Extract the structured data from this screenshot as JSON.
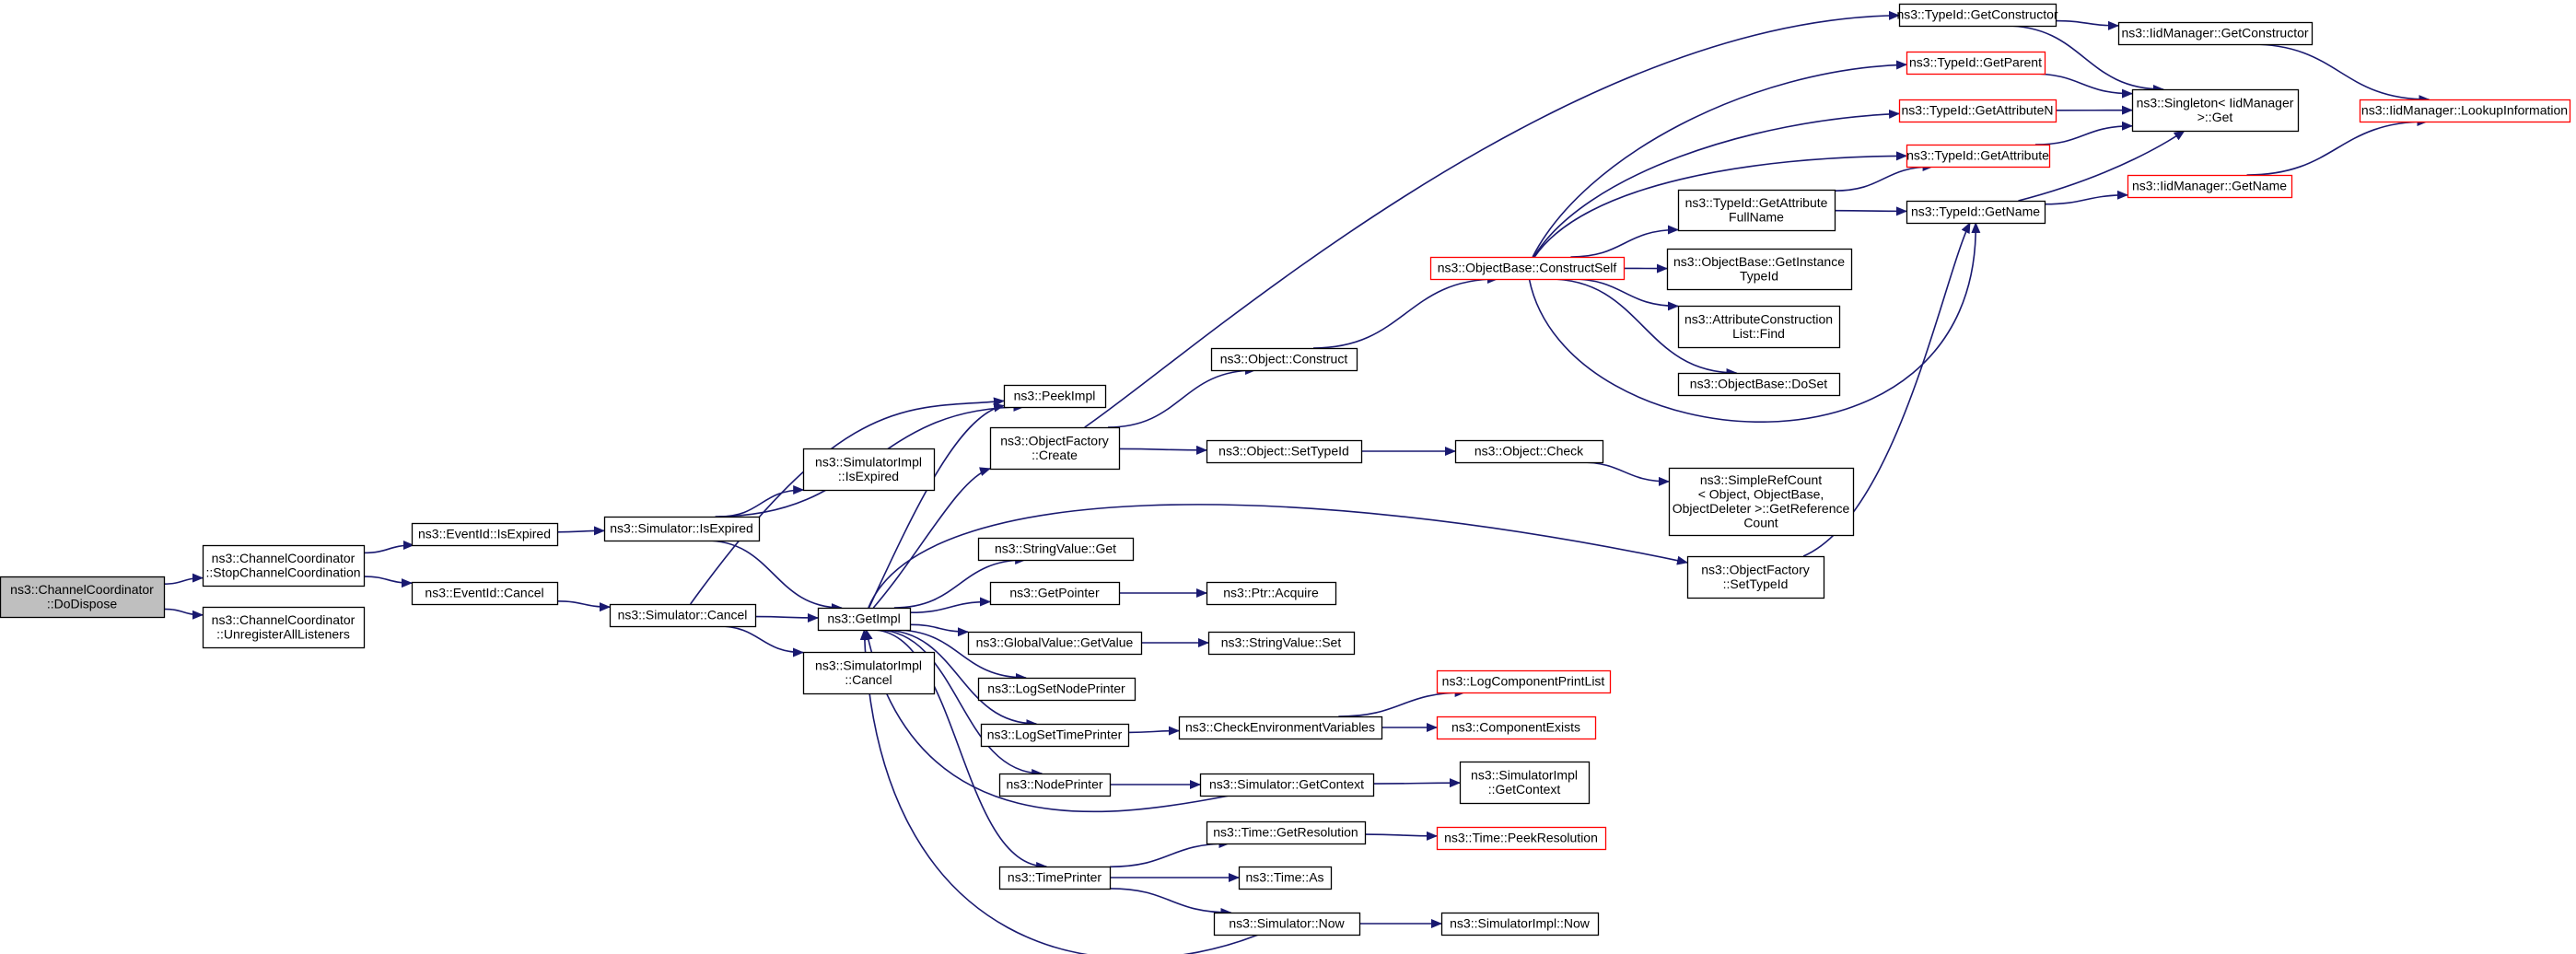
{
  "nodes": [
    {
      "id": "root",
      "lines": [
        "ns3::ChannelCoordinator",
        "::DoDispose"
      ],
      "style": "root"
    },
    {
      "id": "stopcc",
      "lines": [
        "ns3::ChannelCoordinator",
        "::StopChannelCoordination"
      ],
      "style": "normal"
    },
    {
      "id": "unreg",
      "lines": [
        "ns3::ChannelCoordinator",
        "::UnregisterAllListeners"
      ],
      "style": "normal"
    },
    {
      "id": "evisexp",
      "lines": [
        "ns3::EventId::IsExpired"
      ],
      "style": "normal"
    },
    {
      "id": "evcancel",
      "lines": [
        "ns3::EventId::Cancel"
      ],
      "style": "normal"
    },
    {
      "id": "simisexp",
      "lines": [
        "ns3::Simulator::IsExpired"
      ],
      "style": "normal"
    },
    {
      "id": "simcancel",
      "lines": [
        "ns3::Simulator::Cancel"
      ],
      "style": "normal"
    },
    {
      "id": "implisexp",
      "lines": [
        "ns3::SimulatorImpl",
        "::IsExpired"
      ],
      "style": "normal"
    },
    {
      "id": "implcancel",
      "lines": [
        "ns3::SimulatorImpl",
        "::Cancel"
      ],
      "style": "normal"
    },
    {
      "id": "getimpl",
      "lines": [
        "ns3::GetImpl"
      ],
      "style": "normal"
    },
    {
      "id": "peekimpl",
      "lines": [
        "ns3::PeekImpl"
      ],
      "style": "normal"
    },
    {
      "id": "ofcreate",
      "lines": [
        "ns3::ObjectFactory",
        "::Create"
      ],
      "style": "normal"
    },
    {
      "id": "strvalget",
      "lines": [
        "ns3::StringValue::Get"
      ],
      "style": "normal"
    },
    {
      "id": "getpointer",
      "lines": [
        "ns3::GetPointer"
      ],
      "style": "normal"
    },
    {
      "id": "gvgetvalue",
      "lines": [
        "ns3::GlobalValue::GetValue"
      ],
      "style": "normal"
    },
    {
      "id": "logsetnode",
      "lines": [
        "ns3::LogSetNodePrinter"
      ],
      "style": "normal"
    },
    {
      "id": "logsettime",
      "lines": [
        "ns3::LogSetTimePrinter"
      ],
      "style": "normal"
    },
    {
      "id": "nodeprinter",
      "lines": [
        "ns3::NodePrinter"
      ],
      "style": "normal"
    },
    {
      "id": "timeprinter",
      "lines": [
        "ns3::TimePrinter"
      ],
      "style": "normal"
    },
    {
      "id": "objconstruct",
      "lines": [
        "ns3::Object::Construct"
      ],
      "style": "normal"
    },
    {
      "id": "objsettypeid",
      "lines": [
        "ns3::Object::SetTypeId"
      ],
      "style": "normal"
    },
    {
      "id": "ptracquire",
      "lines": [
        "ns3::Ptr::Acquire"
      ],
      "style": "normal"
    },
    {
      "id": "strvalset",
      "lines": [
        "ns3::StringValue::Set"
      ],
      "style": "normal"
    },
    {
      "id": "checkenv",
      "lines": [
        "ns3::CheckEnvironmentVariables"
      ],
      "style": "normal"
    },
    {
      "id": "simgetctx",
      "lines": [
        "ns3::Simulator::GetContext"
      ],
      "style": "normal"
    },
    {
      "id": "timegetres",
      "lines": [
        "ns3::Time::GetResolution"
      ],
      "style": "normal"
    },
    {
      "id": "timeas",
      "lines": [
        "ns3::Time::As"
      ],
      "style": "normal"
    },
    {
      "id": "simnow",
      "lines": [
        "ns3::Simulator::Now"
      ],
      "style": "normal"
    },
    {
      "id": "obconstructself",
      "lines": [
        "ns3::ObjectBase::ConstructSelf"
      ],
      "style": "red"
    },
    {
      "id": "objcheck",
      "lines": [
        "ns3::Object::Check"
      ],
      "style": "normal"
    },
    {
      "id": "ofsettypeid",
      "lines": [
        "ns3::ObjectFactory",
        "::SetTypeId"
      ],
      "style": "normal"
    },
    {
      "id": "logcomplist",
      "lines": [
        "ns3::LogComponentPrintList"
      ],
      "style": "red"
    },
    {
      "id": "compexists",
      "lines": [
        "ns3::ComponentExists"
      ],
      "style": "red"
    },
    {
      "id": "implgetctx",
      "lines": [
        "ns3::SimulatorImpl",
        "::GetContext"
      ],
      "style": "normal"
    },
    {
      "id": "timepeekres",
      "lines": [
        "ns3::Time::PeekResolution"
      ],
      "style": "red"
    },
    {
      "id": "implnow",
      "lines": [
        "ns3::SimulatorImpl::Now"
      ],
      "style": "normal"
    },
    {
      "id": "tidgetattrfull",
      "lines": [
        "ns3::TypeId::GetAttribute",
        "FullName"
      ],
      "style": "normal"
    },
    {
      "id": "obgetinst",
      "lines": [
        "ns3::ObjectBase::GetInstance",
        "TypeId"
      ],
      "style": "normal"
    },
    {
      "id": "acfind",
      "lines": [
        "ns3::AttributeConstruction",
        "List::Find"
      ],
      "style": "normal"
    },
    {
      "id": "obdoset",
      "lines": [
        "ns3::ObjectBase::DoSet"
      ],
      "style": "normal"
    },
    {
      "id": "srcgetref",
      "lines": [
        "ns3::SimpleRefCount",
        "< Object, ObjectBase,",
        " ObjectDeleter >::GetReference",
        "Count"
      ],
      "style": "normal"
    },
    {
      "id": "tidgetctor",
      "lines": [
        "ns3::TypeId::GetConstructor"
      ],
      "style": "normal"
    },
    {
      "id": "tidgetparent",
      "lines": [
        "ns3::TypeId::GetParent"
      ],
      "style": "red"
    },
    {
      "id": "tidgetattrn",
      "lines": [
        "ns3::TypeId::GetAttributeN"
      ],
      "style": "red"
    },
    {
      "id": "tidgetattr",
      "lines": [
        "ns3::TypeId::GetAttribute"
      ],
      "style": "red"
    },
    {
      "id": "tidgetname",
      "lines": [
        "ns3::TypeId::GetName"
      ],
      "style": "normal"
    },
    {
      "id": "iidgetctor",
      "lines": [
        "ns3::IidManager::GetConstructor"
      ],
      "style": "normal"
    },
    {
      "id": "singleton",
      "lines": [
        "ns3::Singleton< IidManager",
        " >::Get"
      ],
      "style": "normal"
    },
    {
      "id": "iidgetname",
      "lines": [
        "ns3::IidManager::GetName"
      ],
      "style": "red"
    },
    {
      "id": "iidlookup",
      "lines": [
        "ns3::IidManager::LookupInformation"
      ],
      "style": "red"
    }
  ],
  "edges": [
    [
      "root",
      "stopcc"
    ],
    [
      "root",
      "unreg"
    ],
    [
      "stopcc",
      "evisexp"
    ],
    [
      "stopcc",
      "evcancel"
    ],
    [
      "evisexp",
      "simisexp"
    ],
    [
      "evcancel",
      "simcancel"
    ],
    [
      "simisexp",
      "implisexp"
    ],
    [
      "simisexp",
      "peekimpl"
    ],
    [
      "simisexp",
      "getimpl"
    ],
    [
      "simcancel",
      "peekimpl"
    ],
    [
      "simcancel",
      "getimpl"
    ],
    [
      "simcancel",
      "implcancel"
    ],
    [
      "getimpl",
      "peekimpl"
    ],
    [
      "getimpl",
      "ofcreate"
    ],
    [
      "getimpl",
      "strvalget"
    ],
    [
      "getimpl",
      "getpointer"
    ],
    [
      "getimpl",
      "gvgetvalue"
    ],
    [
      "getimpl",
      "logsetnode"
    ],
    [
      "getimpl",
      "logsettime"
    ],
    [
      "getimpl",
      "nodeprinter"
    ],
    [
      "getimpl",
      "timeprinter"
    ],
    [
      "getimpl",
      "ofsettypeid"
    ],
    [
      "simgetctx",
      "getimpl"
    ],
    [
      "simnow",
      "getimpl"
    ],
    [
      "ofcreate",
      "tidgetctor"
    ],
    [
      "ofcreate",
      "objconstruct"
    ],
    [
      "ofcreate",
      "objsettypeid"
    ],
    [
      "getpointer",
      "ptracquire"
    ],
    [
      "gvgetvalue",
      "strvalset"
    ],
    [
      "logsettime",
      "checkenv"
    ],
    [
      "nodeprinter",
      "simgetctx"
    ],
    [
      "timeprinter",
      "timegetres"
    ],
    [
      "timeprinter",
      "timeas"
    ],
    [
      "timeprinter",
      "simnow"
    ],
    [
      "objconstruct",
      "obconstructself"
    ],
    [
      "objsettypeid",
      "objcheck"
    ],
    [
      "checkenv",
      "logcomplist"
    ],
    [
      "checkenv",
      "compexists"
    ],
    [
      "simgetctx",
      "implgetctx"
    ],
    [
      "timegetres",
      "timepeekres"
    ],
    [
      "simnow",
      "implnow"
    ],
    [
      "obconstructself",
      "tidgetparent"
    ],
    [
      "obconstructself",
      "tidgetattrn"
    ],
    [
      "obconstructself",
      "tidgetattr"
    ],
    [
      "obconstructself",
      "tidgetattrfull"
    ],
    [
      "obconstructself",
      "obgetinst"
    ],
    [
      "obconstructself",
      "acfind"
    ],
    [
      "obconstructself",
      "obdoset"
    ],
    [
      "obconstructself",
      "tidgetname"
    ],
    [
      "objcheck",
      "srcgetref"
    ],
    [
      "ofsettypeid",
      "tidgetname"
    ],
    [
      "tidgetattrfull",
      "tidgetattr"
    ],
    [
      "tidgetattrfull",
      "tidgetname"
    ],
    [
      "tidgetctor",
      "iidgetctor"
    ],
    [
      "tidgetctor",
      "singleton"
    ],
    [
      "tidgetparent",
      "singleton"
    ],
    [
      "tidgetattrn",
      "singleton"
    ],
    [
      "tidgetattr",
      "singleton"
    ],
    [
      "tidgetname",
      "singleton"
    ],
    [
      "tidgetname",
      "iidgetname"
    ],
    [
      "iidgetctor",
      "iidlookup"
    ],
    [
      "iidgetname",
      "iidlookup"
    ]
  ]
}
